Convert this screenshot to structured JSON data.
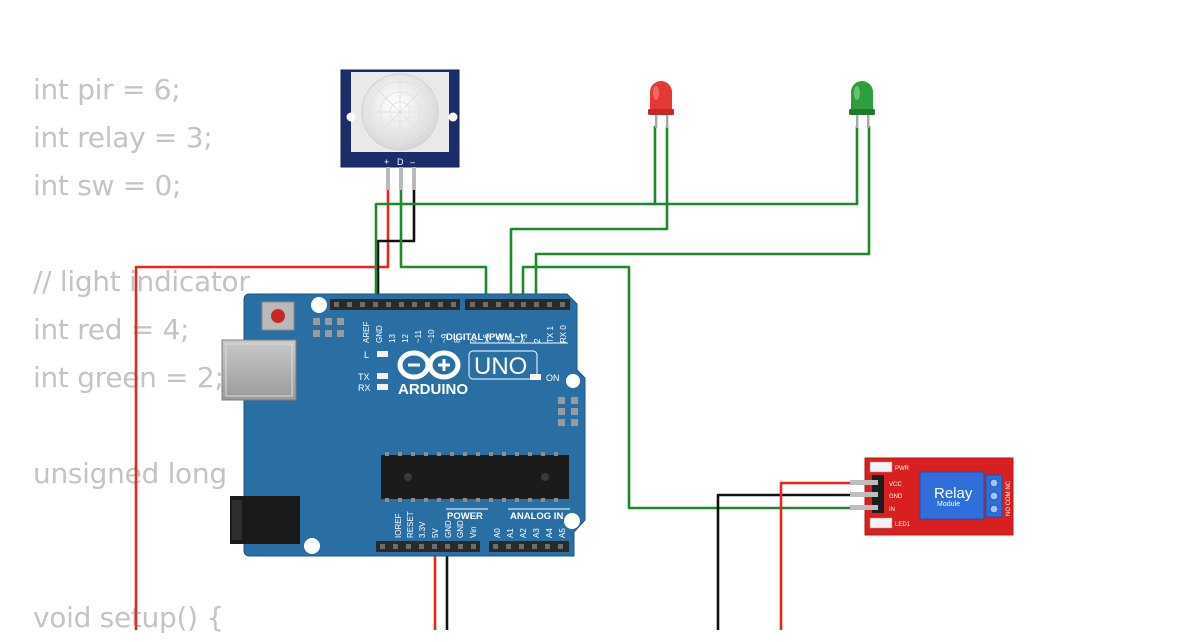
{
  "code_lines": [
    "int pir = 6;",
    "int relay = 3;",
    "int sw = 0;",
    "",
    "// light indicator",
    "int red = 4;",
    "int green = 2;",
    "",
    "unsigned long",
    "",
    "",
    "void setup() {"
  ],
  "pir_sensor": {
    "pins": [
      "+",
      "D",
      "–"
    ]
  },
  "arduino": {
    "brand": "ARDUINO",
    "model": "UNO",
    "digital_label": "DIGITAL (PWM ~)",
    "power_label": "POWER",
    "analog_label": "ANALOG IN",
    "digital_pins": [
      "AREF",
      "GND",
      "13",
      "12",
      "~11",
      "~10",
      "~9",
      "8",
      "7",
      "~6",
      "~5",
      "4",
      "~3",
      "2",
      "TX 1",
      "RX 0"
    ],
    "power_pins": [
      "IOREF",
      "RESET",
      "3.3V",
      "5V",
      "GND",
      "GND",
      "Vin"
    ],
    "analog_pins": [
      "A0",
      "A1",
      "A2",
      "A3",
      "A4",
      "A5"
    ],
    "led_labels": {
      "l": "L",
      "tx": "TX",
      "rx": "RX",
      "on": "ON"
    }
  },
  "relay_module": {
    "title": "Relay",
    "subtitle": "Module",
    "pins": [
      "VCC",
      "GND",
      "IN"
    ],
    "pwr_label": "PWR",
    "led_label": "LED1",
    "terminal_labels": "NO COM NC"
  },
  "leds": [
    {
      "color": "red",
      "hex": "#e53935"
    },
    {
      "color": "green",
      "hex": "#2e9e3e"
    }
  ],
  "wire_colors": {
    "power": "#e8261d",
    "ground": "#111111",
    "signal": "#1d8a2a"
  }
}
